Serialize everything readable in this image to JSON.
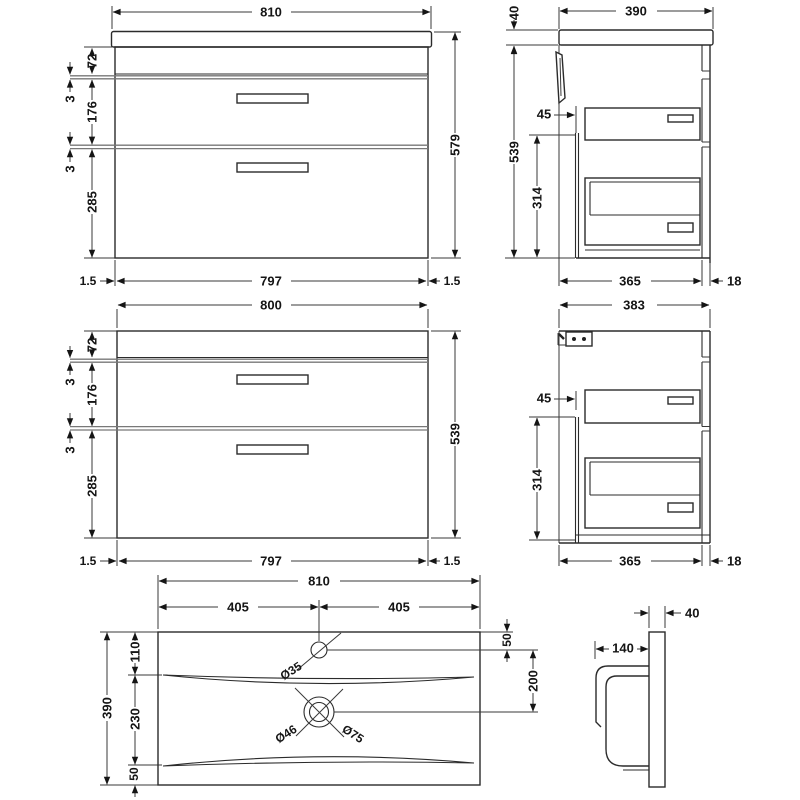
{
  "style": {
    "background": "#ffffff",
    "line_color": "#2b2b2b",
    "gray_line": "#787878",
    "text_color": "#151515"
  },
  "views": {
    "front_basin": {
      "width": "810",
      "height": "579",
      "top_rail": "72",
      "gap_a": "3",
      "drawer_mid": "176",
      "gap_b": "3",
      "drawer_low": "285",
      "side_a": "1.5",
      "inner_width": "797",
      "side_b": "1.5"
    },
    "side_basin": {
      "counter_thickness": "40",
      "depth": "390",
      "height": "539",
      "front_offset": "45",
      "drawer_stack": "314",
      "base_depth": "365",
      "back_panel": "18"
    },
    "front_unit": {
      "width": "800",
      "height": "539",
      "top_rail": "72",
      "gap_a": "3",
      "drawer_mid": "176",
      "gap_b": "3",
      "drawer_low": "285",
      "side_a": "1.5",
      "inner_width": "797",
      "side_b": "1.5"
    },
    "side_unit": {
      "depth": "383",
      "front_offset": "45",
      "drawer_stack": "314",
      "base_depth": "365",
      "back_panel": "18"
    },
    "basin_plan": {
      "width": "810",
      "left_half": "405",
      "right_half": "405",
      "front_zone": "110",
      "bowl_zone": "230",
      "back_zone": "50",
      "depth": "390",
      "tap_hole": "Ø35",
      "waste_inner": "Ø46",
      "waste_outer": "Ø75",
      "tap_offset": "50",
      "hole_span": "200"
    },
    "basin_side": {
      "thickness": "40",
      "bowl_depth": "140"
    }
  }
}
